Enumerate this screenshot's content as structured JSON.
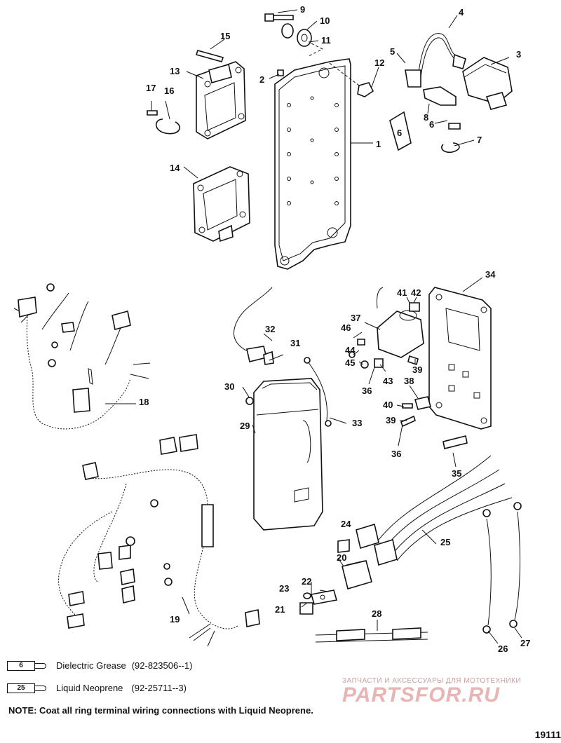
{
  "callouts": {
    "c1": "1",
    "c2": "2",
    "c3": "3",
    "c4": "4",
    "c5": "5",
    "c6a": "6",
    "c6b": "6",
    "c7": "7",
    "c8": "8",
    "c9": "9",
    "c10": "10",
    "c11": "11",
    "c12": "12",
    "c13": "13",
    "c14": "14",
    "c15": "15",
    "c16": "16",
    "c17": "17",
    "c18": "18",
    "c19": "19",
    "c20": "20",
    "c21": "21",
    "c22": "22",
    "c23": "23",
    "c24": "24",
    "c25": "25",
    "c26": "26",
    "c27": "27",
    "c28": "28",
    "c29": "29",
    "c30": "30",
    "c31": "31",
    "c32": "32",
    "c33": "33",
    "c34": "34",
    "c35": "35",
    "c36a": "36",
    "c36b": "36",
    "c37": "37",
    "c38": "38",
    "c39a": "39",
    "c39b": "39",
    "c40": "40",
    "c41": "41",
    "c42": "42",
    "c43": "43",
    "c44": "44",
    "c45": "45",
    "c46": "46"
  },
  "legend": [
    {
      "code": "6",
      "name": "Dielectric Grease",
      "part_number": "(92-823506--1)"
    },
    {
      "code": "25",
      "name": "Liquid Neoprene",
      "part_number": "(92-25711--3)"
    }
  ],
  "note": "NOTE: Coat all ring terminal wiring connections with Liquid Neoprene.",
  "watermark": {
    "tagline": "ЗАПЧАСТИ И АКСЕССУАРЫ ДЛЯ МОТОТЕХНИКИ",
    "logo": "PARTSFOR.RU"
  },
  "figure_number": "19111"
}
